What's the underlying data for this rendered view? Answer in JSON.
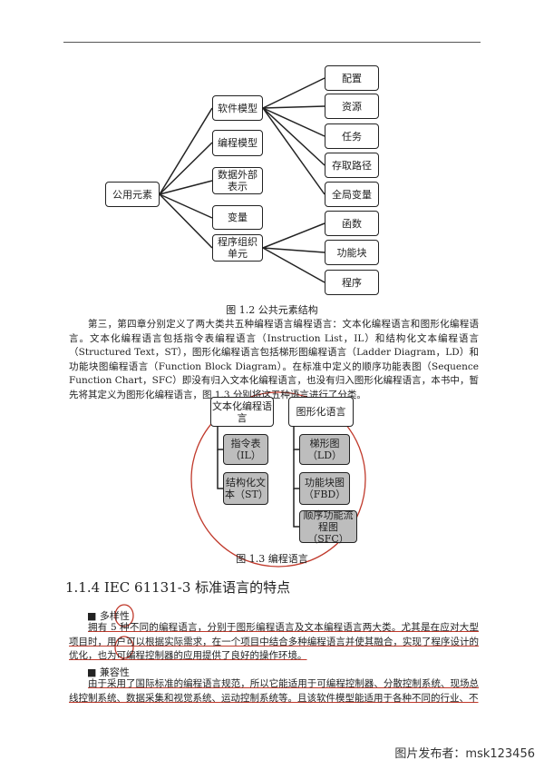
{
  "fig12": {
    "root": "公用元素",
    "middle": [
      "软件模型",
      "编程模型",
      "数据外部表示",
      "变量",
      "程序组织单元"
    ],
    "right": [
      "配置",
      "资源",
      "任务",
      "存取路径",
      "全局变量",
      "函数",
      "功能块",
      "程序"
    ],
    "caption": "图 1.2  公共元素结构"
  },
  "para1": "第三，第四章分别定义了两大类共五种编程语言编程语言：文本化编程语言和图形化编程语言。文本化编程语言包括指令表编程语言（Instruction List，IL）和结构化文本编程语言（Structured Text，ST），图形化编程语言包括梯形图编程语言（Ladder Diagram，LD）和功能块图编程语言（Function Block Diagram）。在标准中定义的顺序功能表图（Sequence Function Chart，SFC）即没有归入文本化编程语言，也没有归入图形化编程语言，本书中，暂先将其定义为图形化编程语言，图 1.3 分别将这五种语言进行了分类。",
  "fig13": {
    "text_head": "文本化编程语言",
    "graph_head": "图形化语言",
    "il": "指令表（IL）",
    "st": "结构化文本（ST）",
    "ld": "梯形图（LD）",
    "fbd": "功能块图（FBD）",
    "sfc": "顺序功能流程图（SFC）",
    "caption": "图 1.3 编程语言"
  },
  "section_title": "1.1.4  IEC 61131-3 标准语言的特点",
  "bullet1": "■  多样性",
  "para2": "拥有 5 种不同的编程语言，分别于图形编程语言及文本编程语言两大类。尤其是在应对大型项目时，用户可以根据实际需求，在一个项目中结合多种编程语言并使其融合，实现了程序设计的优化，也为可编程控制器的应用提供了良好的操作环境。",
  "bullet2": "■  兼容性",
  "para3": "由于采用了国际标准的编程语言规范，所以它能适用于可编程控制器、分散控制系统、现场总线控制系统、数据采集和视觉系统、运动控制系统等。且该软件模型能适用于各种不同的行业、不",
  "watermark": "图片发布者：msk123456"
}
